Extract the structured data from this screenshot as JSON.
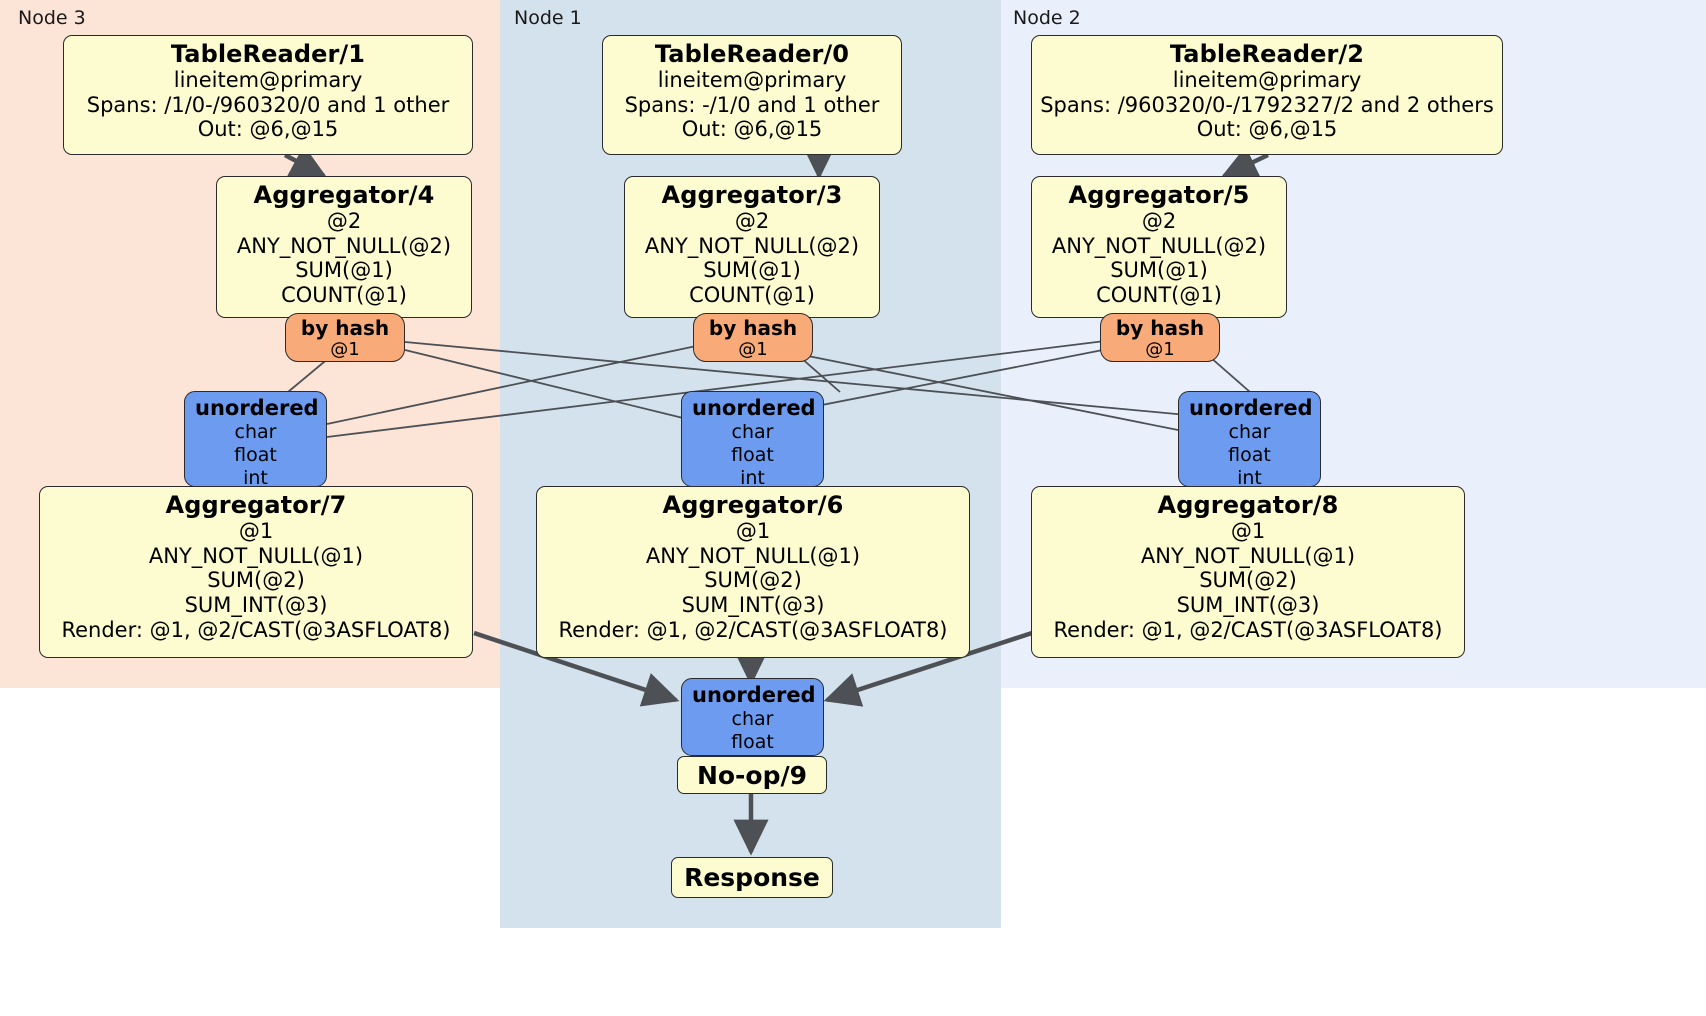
{
  "diagram": {
    "title": "Distributed query execution plan",
    "colors": {
      "node3_bg": "#fce4d6",
      "node1_bg": "#d3e2ec",
      "node2_bg": "#eaf0fb",
      "processor_fill": "#fcfcd0",
      "router_fill": "#f8ab78",
      "sync_fill": "#6c9bef",
      "border": "#2b2b2b",
      "edge": "#4d5055"
    }
  },
  "panels": [
    {
      "id": "node3",
      "label": "Node 3"
    },
    {
      "id": "node1",
      "label": "Node 1"
    },
    {
      "id": "node2",
      "label": "Node 2"
    }
  ],
  "table_readers": [
    {
      "id": "tr1",
      "title": "TableReader/1",
      "table": "lineitem@primary",
      "spans": "Spans: /1/0-/960320/0 and 1 other",
      "out": "Out: @6,@15"
    },
    {
      "id": "tr0",
      "title": "TableReader/0",
      "table": "lineitem@primary",
      "spans": "Spans: -/1/0 and 1 other",
      "out": "Out: @6,@15"
    },
    {
      "id": "tr2",
      "title": "TableReader/2",
      "table": "lineitem@primary",
      "spans": "Spans: /960320/0-/1792327/2 and 2 others",
      "out": "Out: @6,@15"
    }
  ],
  "aggregators_stage1": [
    {
      "id": "agg4",
      "title": "Aggregator/4",
      "lines": [
        "@2",
        "ANY_NOT_NULL(@2)",
        "SUM(@1)",
        "COUNT(@1)"
      ]
    },
    {
      "id": "agg3",
      "title": "Aggregator/3",
      "lines": [
        "@2",
        "ANY_NOT_NULL(@2)",
        "SUM(@1)",
        "COUNT(@1)"
      ]
    },
    {
      "id": "agg5",
      "title": "Aggregator/5",
      "lines": [
        "@2",
        "ANY_NOT_NULL(@2)",
        "SUM(@1)",
        "COUNT(@1)"
      ]
    }
  ],
  "routers": [
    {
      "id": "hash4",
      "title": "by hash",
      "line": "@1"
    },
    {
      "id": "hash3",
      "title": "by hash",
      "line": "@1"
    },
    {
      "id": "hash5",
      "title": "by hash",
      "line": "@1"
    }
  ],
  "synchronizers_stage1": [
    {
      "id": "sync7",
      "title": "unordered",
      "types": [
        "char",
        "float",
        "int"
      ]
    },
    {
      "id": "sync6",
      "title": "unordered",
      "types": [
        "char",
        "float",
        "int"
      ]
    },
    {
      "id": "sync8",
      "title": "unordered",
      "types": [
        "char",
        "float",
        "int"
      ]
    }
  ],
  "aggregators_stage2": [
    {
      "id": "agg7",
      "title": "Aggregator/7",
      "lines": [
        "@1",
        "ANY_NOT_NULL(@1)",
        "SUM(@2)",
        "SUM_INT(@3)",
        "Render: @1, @2/CAST(@3ASFLOAT8)"
      ]
    },
    {
      "id": "agg6",
      "title": "Aggregator/6",
      "lines": [
        "@1",
        "ANY_NOT_NULL(@1)",
        "SUM(@2)",
        "SUM_INT(@3)",
        "Render: @1, @2/CAST(@3ASFLOAT8)"
      ]
    },
    {
      "id": "agg8",
      "title": "Aggregator/8",
      "lines": [
        "@1",
        "ANY_NOT_NULL(@1)",
        "SUM(@2)",
        "SUM_INT(@3)",
        "Render: @1, @2/CAST(@3ASFLOAT8)"
      ]
    }
  ],
  "final_sync": {
    "id": "sync9",
    "title": "unordered",
    "types": [
      "char",
      "float"
    ]
  },
  "noop": {
    "id": "noop9",
    "label": "No-op/9"
  },
  "response": {
    "id": "response",
    "label": "Response"
  }
}
